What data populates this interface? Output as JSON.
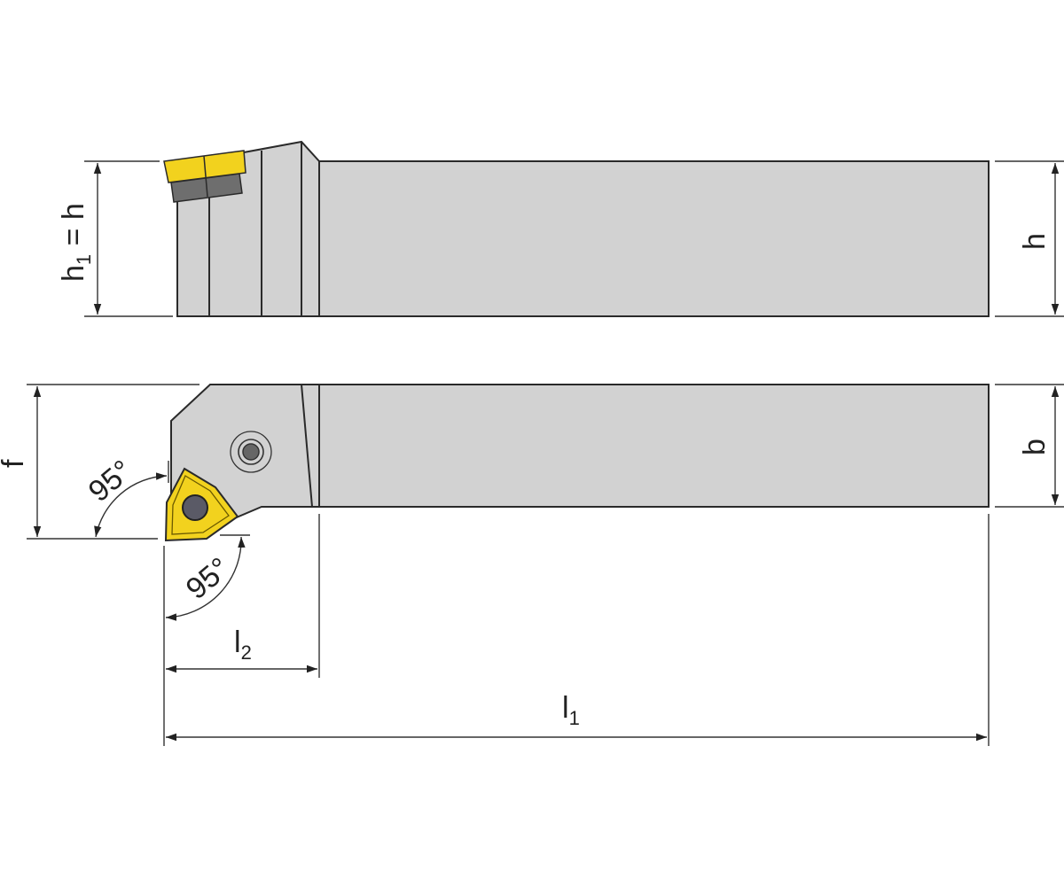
{
  "labels": {
    "h1_main": "h",
    "h1_sub": "1",
    "h1_rest": " = h",
    "h_right": "h",
    "f": "f",
    "b": "b",
    "angle_top": "95°",
    "angle_bottom": "95°",
    "l2_main": "l",
    "l2_sub": "2",
    "l1_main": "l",
    "l1_sub": "1"
  },
  "colors": {
    "body": "#d2d2d2",
    "insert": "#f2d21e",
    "shim": "#6e6e6e"
  }
}
